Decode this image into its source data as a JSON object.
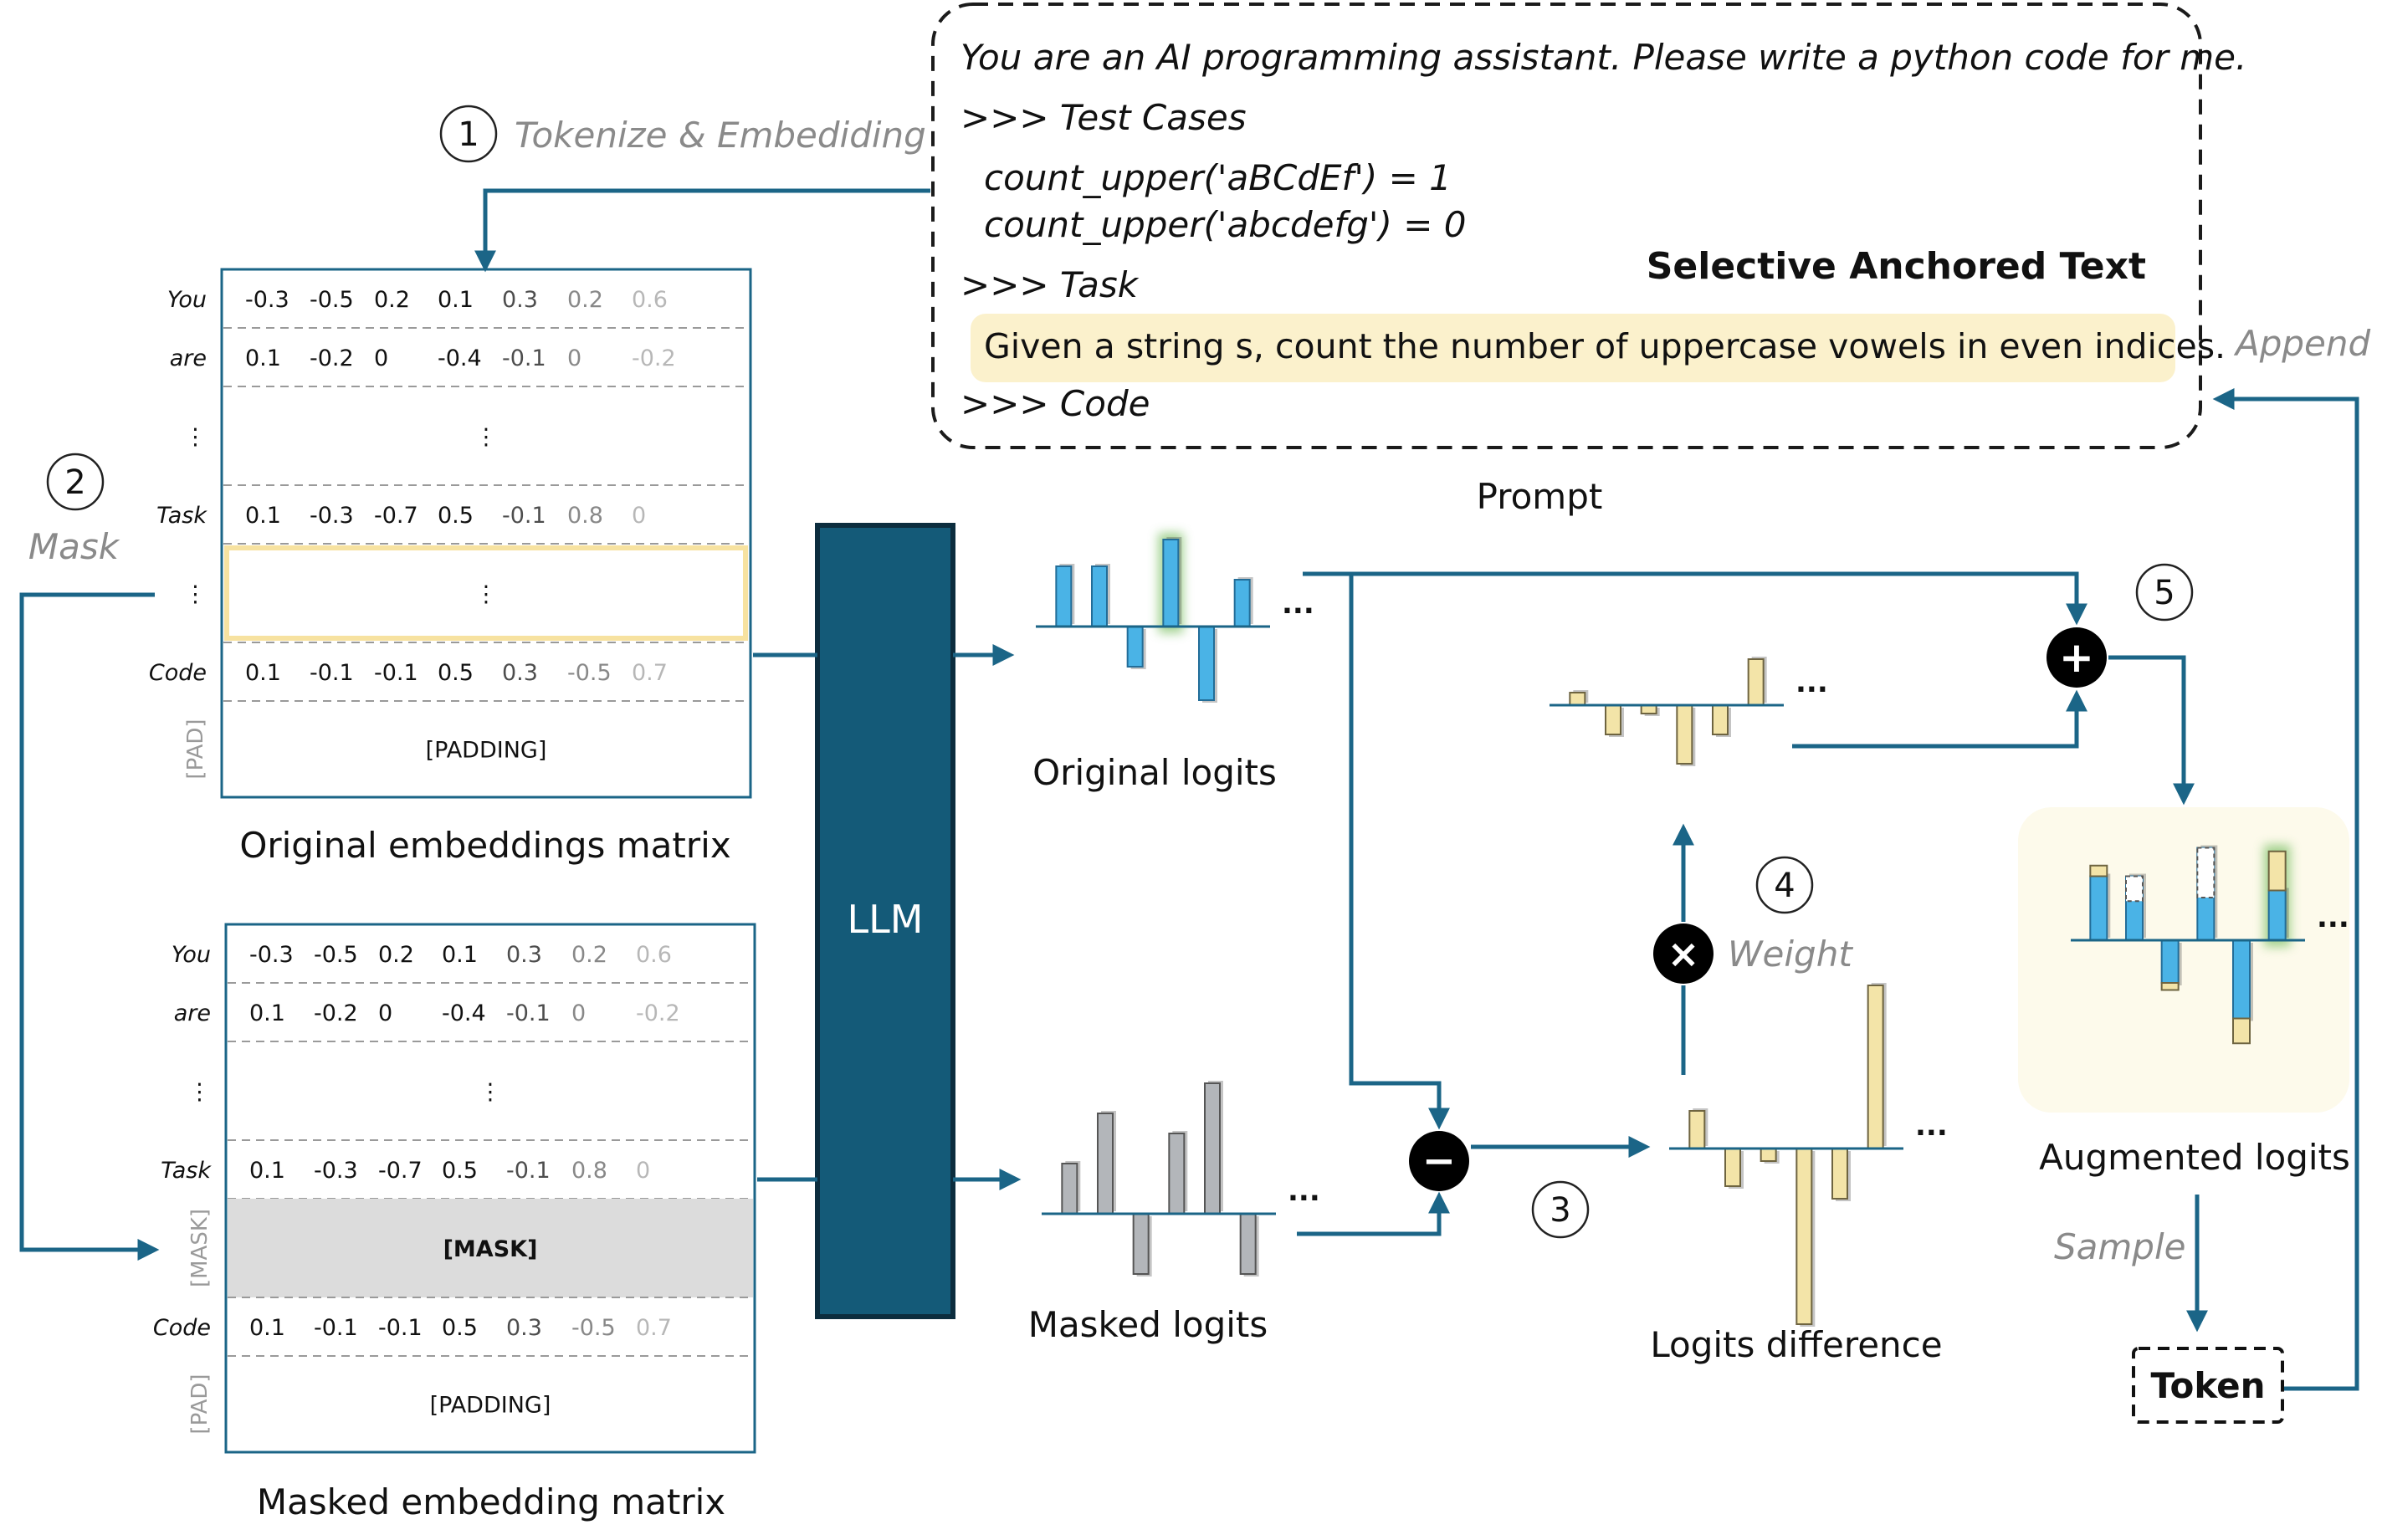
{
  "prompt": {
    "lines": [
      "You are an AI programming assistant. Please write a python code for me.",
      ">>> Test Cases",
      "count_upper('aBCdEf') = 1",
      "count_upper('abcdefg') = 0",
      ">>> Task",
      ">>> Code"
    ],
    "highlight": "Given a string s, count the number of uppercase vowels in even indices.",
    "anchored_title": "Selective Anchored Text",
    "caption": "Prompt"
  },
  "steps": {
    "s1": {
      "num": "1",
      "label": "Tokenize & Embediding"
    },
    "s2": {
      "num": "2",
      "label": "Mask"
    },
    "s3": {
      "num": "3"
    },
    "s4": {
      "num": "4",
      "label": "Weight"
    },
    "s5": {
      "num": "5"
    }
  },
  "labels": {
    "append": "Append",
    "sample": "Sample",
    "token": "Token",
    "llm": "LLM",
    "ellipsis": "...",
    "vdots": "⋮",
    "plus": "+",
    "minus": "−",
    "times": "×"
  },
  "original_matrix": {
    "caption": "Original embeddings matrix",
    "rows": [
      {
        "label": "You",
        "values": [
          "-0.3",
          "-0.5",
          "0.2",
          "0.1",
          "0.3",
          "0.2",
          "0.6"
        ]
      },
      {
        "label": "are",
        "values": [
          "0.1",
          "-0.2",
          "0",
          "-0.4",
          "-0.1",
          "0",
          "-0.2"
        ]
      },
      {
        "label": "⋮",
        "center": "⋮"
      },
      {
        "label": "Task",
        "values": [
          "0.1",
          "-0.3",
          "-0.7",
          "0.5",
          "-0.1",
          "0.8",
          "0"
        ]
      },
      {
        "label": "⋮",
        "center": "⋮",
        "highlight": true
      },
      {
        "label": "Code",
        "values": [
          "0.1",
          "-0.1",
          "-0.1",
          "0.5",
          "0.3",
          "-0.5",
          "0.7"
        ]
      },
      {
        "label": "[PAD]",
        "center": "[PADDING]"
      }
    ]
  },
  "masked_matrix": {
    "caption": "Masked embedding matrix",
    "rows": [
      {
        "label": "You",
        "values": [
          "-0.3",
          "-0.5",
          "0.2",
          "0.1",
          "0.3",
          "0.2",
          "0.6"
        ]
      },
      {
        "label": "are",
        "values": [
          "0.1",
          "-0.2",
          "0",
          "-0.4",
          "-0.1",
          "0",
          "-0.2"
        ]
      },
      {
        "label": "⋮",
        "center": "⋮"
      },
      {
        "label": "Task",
        "values": [
          "0.1",
          "-0.3",
          "-0.7",
          "0.5",
          "-0.1",
          "0.8",
          "0"
        ]
      },
      {
        "label": "[MASK]",
        "center": "[MASK]",
        "masked": true
      },
      {
        "label": "Code",
        "values": [
          "0.1",
          "-0.1",
          "-0.1",
          "0.5",
          "0.3",
          "-0.5",
          "0.7"
        ]
      },
      {
        "label": "[PAD]",
        "center": "[PADDING]"
      }
    ]
  },
  "logits": {
    "original": {
      "caption": "Original logits",
      "values": [
        0.9,
        0.9,
        -0.6,
        1.3,
        -1.1,
        0.7
      ],
      "highlight": 3
    },
    "masked": {
      "caption": "Masked logits",
      "values": [
        0.5,
        1.0,
        -0.6,
        0.8,
        1.3,
        -0.6
      ]
    },
    "difference": {
      "caption": "Logits difference",
      "values": [
        0.3,
        -0.3,
        -0.1,
        -1.4,
        -0.4,
        1.3
      ]
    },
    "weighted": {
      "values": [
        0.15,
        -0.35,
        -0.1,
        -0.7,
        -0.35,
        0.55
      ]
    },
    "augmented": {
      "caption": "Augmented logits",
      "values": [
        0.9,
        0.9,
        -0.6,
        1.3,
        -1.1,
        0.7
      ],
      "deltas": [
        0.15,
        -0.35,
        -0.1,
        -0.7,
        -0.35,
        0.55
      ],
      "highlight": 5
    }
  },
  "colors": {
    "flow": "#1b6587",
    "llm": "#145a78",
    "blue_bar": "#4ab3e6",
    "gray_bar": "#b3b6ba",
    "yellow_bar": "#f3e4a8",
    "highlight_text": "#fbf1cc",
    "highlight_row": "#f7e2a0",
    "mask_row": "#dcdcdc",
    "glow": "#8dc878"
  }
}
